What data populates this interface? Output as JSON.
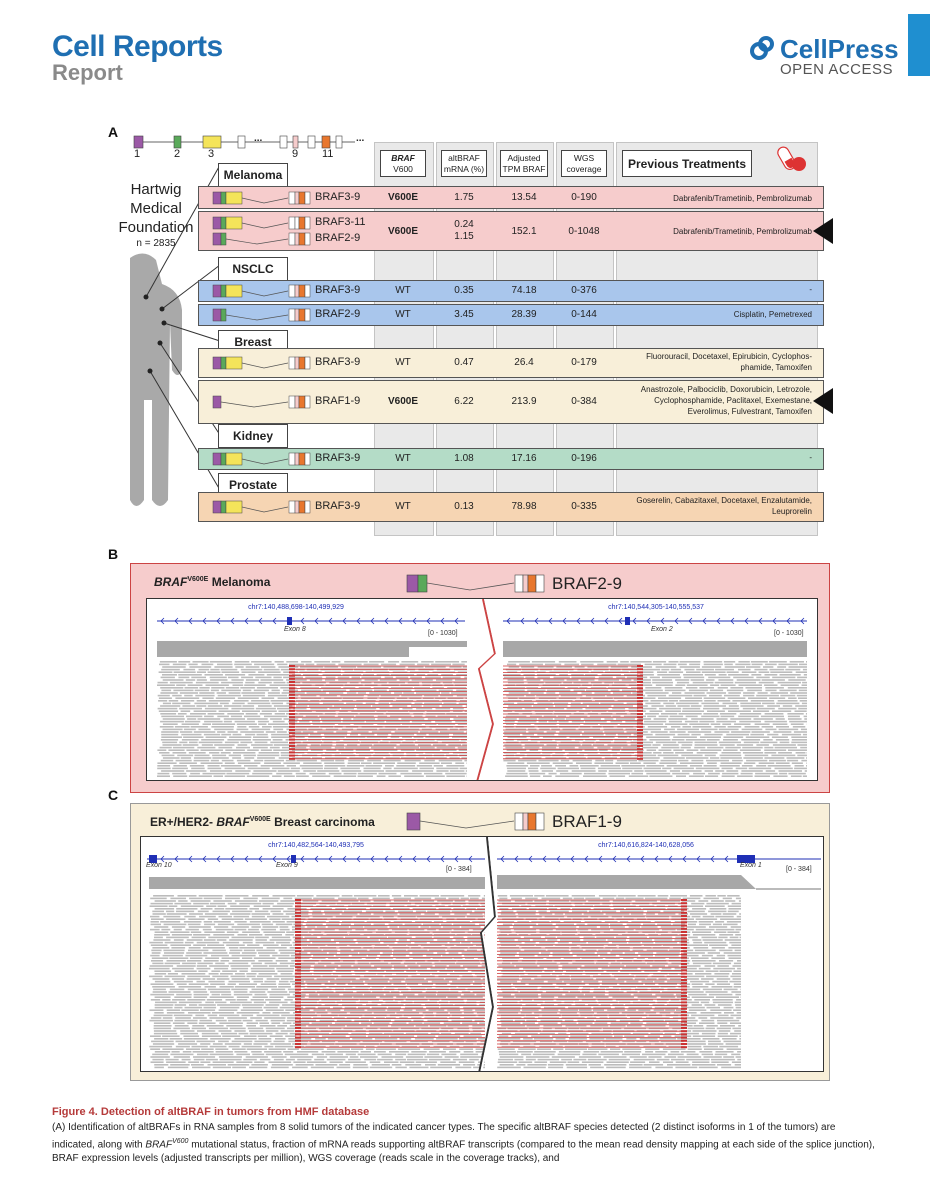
{
  "header": {
    "journal": "Cell Reports",
    "article_type": "Report",
    "publisher": "CellPress",
    "access": "OPEN ACCESS"
  },
  "panel_a": {
    "label": "A",
    "exon_numbers": [
      "1",
      "2",
      "3",
      "9",
      "11"
    ],
    "ellipsis": "...",
    "cohort": {
      "name": "Hartwig Medical Foundation",
      "n": "n = 2835"
    },
    "columns": [
      {
        "line1": "BRAF",
        "line2": "V600"
      },
      {
        "line1": "altBRAF",
        "line2": "mRNA (%)"
      },
      {
        "line1": "Adjusted",
        "line2": "TPM BRAF"
      },
      {
        "line1": "WGS",
        "line2": "coverage"
      }
    ],
    "treatments_header": "Previous Treatments",
    "cancer_labels": [
      "Melanoma",
      "NSCLC",
      "Breast",
      "Kidney",
      "Prostate"
    ],
    "rows": [
      {
        "isoform": "BRAF3-9",
        "v600": "V600E",
        "mrna": "1.75",
        "tpm": "13.54",
        "wgs": "0-190",
        "treatments": "Dabrafenib/Trametinib, Pembrolizumab"
      },
      {
        "isoform": "BRAF3-11",
        "isoform2": "BRAF2-9",
        "v600": "V600E",
        "mrna": "0.24",
        "mrna2": "1.15",
        "tpm": "152.1",
        "wgs": "0-1048",
        "treatments": "Dabrafenib/Trametinib, Pembrolizumab"
      },
      {
        "isoform": "BRAF3-9",
        "v600": "WT",
        "mrna": "0.35",
        "tpm": "74.18",
        "wgs": "0-376",
        "treatments": "-"
      },
      {
        "isoform": "BRAF2-9",
        "v600": "WT",
        "mrna": "3.45",
        "tpm": "28.39",
        "wgs": "0-144",
        "treatments": "Cisplatin, Pemetrexed"
      },
      {
        "isoform": "BRAF3-9",
        "v600": "WT",
        "mrna": "0.47",
        "tpm": "26.4",
        "wgs": "0-179",
        "treatments": "Fluorouracil, Docetaxel, Epirubicin, Cyclophos-\nphamide, Tamoxifen"
      },
      {
        "isoform": "BRAF1-9",
        "v600": "V600E",
        "mrna": "6.22",
        "tpm": "213.9",
        "wgs": "0-384",
        "treatments": "Anastrozole, Palbociclib, Doxorubicin, Letrozole,\nCyclophosphamide, Paclitaxel, Exemestane,\nEverolimus, Fulvestrant, Tamoxifen"
      },
      {
        "isoform": "BRAF3-9",
        "v600": "WT",
        "mrna": "1.08",
        "tpm": "17.16",
        "wgs": "0-196",
        "treatments": "-"
      },
      {
        "isoform": "BRAF3-9",
        "v600": "WT",
        "mrna": "0.13",
        "tpm": "78.98",
        "wgs": "0-335",
        "treatments": "Goserelin, Cabazitaxel, Docetaxel, Enzalutamide,\nLeuprorelin"
      }
    ]
  },
  "panel_b": {
    "label": "B",
    "gene": "BRAF",
    "mutation": "V600E",
    "tumor": "Melanoma",
    "isoform": "BRAF2-9",
    "left": {
      "coord": "chr7:140,488,698-140,499,929",
      "exon": "Exon 8",
      "range": "[0 - 1030]"
    },
    "right": {
      "coord": "chr7:140,544,305-140,555,537",
      "exon": "Exon 2",
      "range": "[0 - 1030]"
    }
  },
  "panel_c": {
    "label": "C",
    "prefix": "ER+/HER2-",
    "gene": "BRAF",
    "mutation": "V600E",
    "tumor": "Breast carcinoma",
    "isoform": "BRAF1-9",
    "left": {
      "coord": "chr7:140,482,564-140,493,795",
      "exon_a": "Exon 10",
      "exon_b": "Exon 9",
      "range": "[0 - 384]"
    },
    "right": {
      "coord": "chr7:140,616,824-140,628,056",
      "exon": "Exon 1",
      "range": "[0 - 384]"
    }
  },
  "caption": {
    "title": "Figure 4. Detection of altBRAF in tumors from HMF database",
    "text_a": "(A) Identification of altBRAFs in RNA samples from 8 solid tumors of the indicated cancer types. The specific altBRAF species detected (2 distinct isoforms in 1 of the tumors) are indicated, along with ",
    "braf": "BRAF",
    "v600": "V600",
    "text_b": " mutational status, fraction of mRNA reads supporting altBRAF transcripts (compared to the mean read density mapping at each side of the splice junction), BRAF expression levels (adjusted transcripts per million), WGS coverage (reads scale in the coverage tracks), and"
  },
  "colors": {
    "melanoma": "#f6cccc",
    "nsclc": "#a9c6ec",
    "breast": "#f8efd9",
    "kidney": "#b4dcc7",
    "prostate": "#f6d5b3",
    "exon1": "#9b59a6",
    "exon2": "#5aa95a",
    "exon3": "#f4e45a",
    "exon11": "#e8772e",
    "reads": "#cc3333",
    "accent": "#1f6fb2"
  }
}
